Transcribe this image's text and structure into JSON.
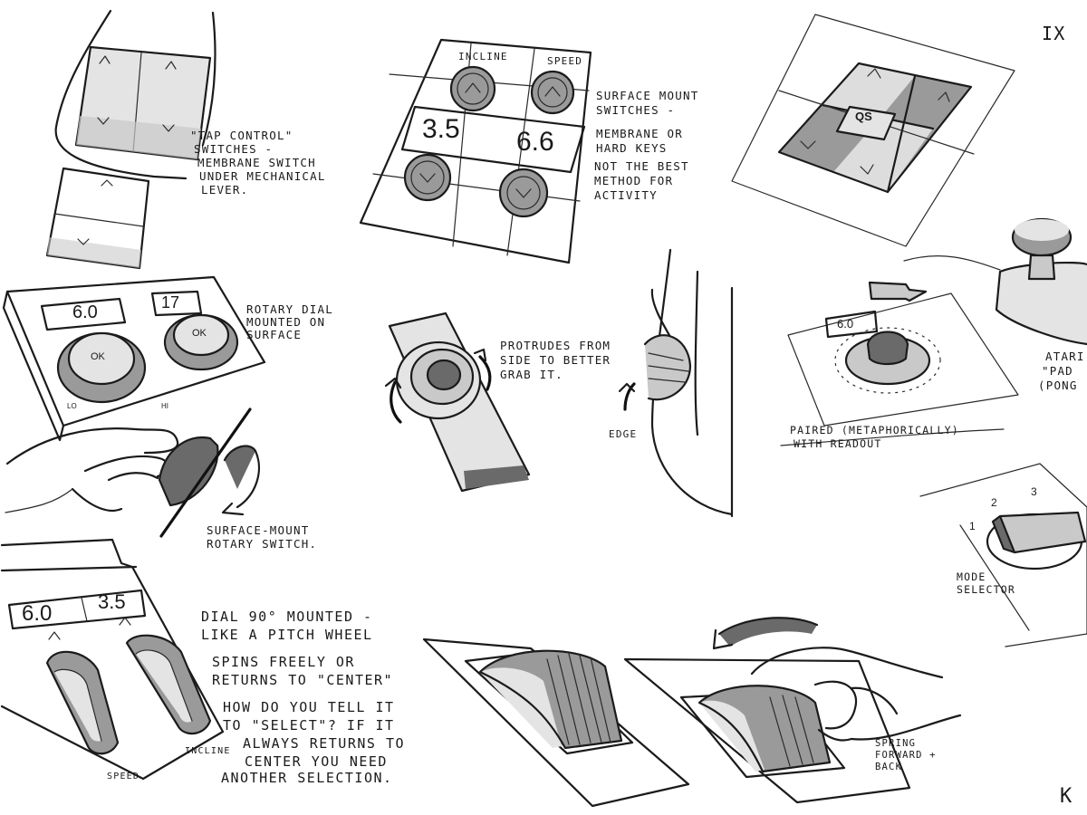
{
  "corner": {
    "top_right_mark": "IX",
    "bottom_right_mark": "K"
  },
  "sketches": {
    "tap_control": {
      "note": [
        "\"TAP CONTROL\"",
        "SWITCHES -",
        "MEMBRANE SWITCH",
        "UNDER MECHANICAL",
        "LEVER."
      ]
    },
    "surface_mount": {
      "incline_label": "INCLINE",
      "speed_label": "SPEED",
      "incline_readout": "3.5",
      "speed_readout": "6.6",
      "note": [
        "SURFACE MOUNT",
        "SWITCHES -",
        "MEMBRANE OR",
        "HARD KEYS",
        "NOT THE BEST",
        "METHOD FOR",
        "ACTIVITY"
      ]
    },
    "qs_pad": {
      "key_label": "QS"
    },
    "rotary_panel": {
      "readout_left": "6.0",
      "readout_right": "17",
      "dial_label_left": "OK",
      "dial_label_right": "OK",
      "lo_label": "LO",
      "hi_label": "HI",
      "note": [
        "ROTARY DIAL",
        "MOUNTED ON",
        "SURFACE"
      ]
    },
    "rotary_switch": {
      "note": [
        "SURFACE-MOUNT",
        "ROTARY SWITCH."
      ]
    },
    "protrude_knob": {
      "note": [
        "PROTRUDES FROM",
        "SIDE TO BETTER",
        "GRAB IT."
      ]
    },
    "edge_wheel": {
      "edge_label": "EDGE"
    },
    "paired_dial": {
      "readout": "6.0",
      "note": [
        "PAIRED (METAPHORICALLY)",
        "WITH READOUT"
      ]
    },
    "atari_knob": {
      "note": [
        "ATARI",
        "\"PAD",
        "(PONG"
      ]
    },
    "mode_selector": {
      "num_1": "1",
      "num_2": "2",
      "num_3": "3",
      "note": [
        "MODE",
        "SELECTOR"
      ]
    },
    "pitch_wheel_panel": {
      "readout_left": "6.0",
      "readout_right": "3.5",
      "speed_label": "SPEED",
      "incline_label": "INCLINE",
      "note": [
        "DIAL 90° MOUNTED -",
        "LIKE A PITCH WHEEL",
        "SPINS FREELY OR",
        "RETURNS TO \"CENTER\"",
        "HOW DO YOU TELL IT",
        "TO \"SELECT\"? IF IT",
        "ALWAYS RETURNS TO",
        "CENTER YOU NEED",
        "ANOTHER SELECTION."
      ]
    },
    "spring_lever": {
      "note": [
        "SPRING",
        "FORWARD +",
        "BACK"
      ]
    }
  }
}
